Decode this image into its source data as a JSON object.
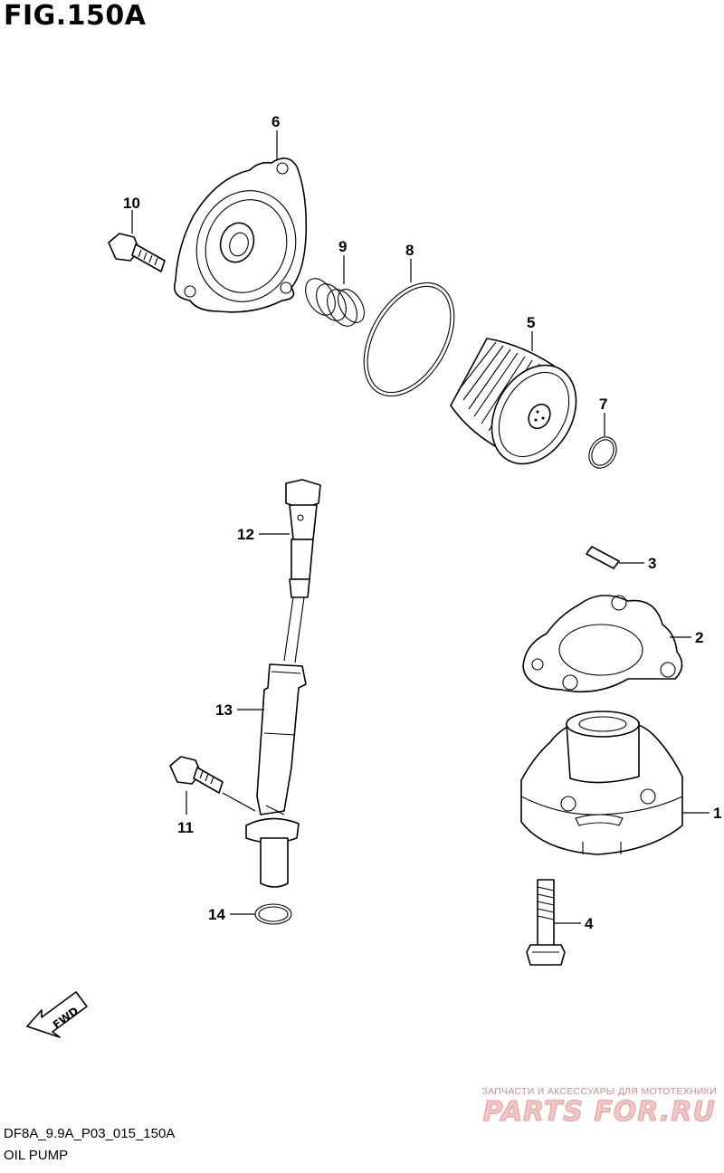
{
  "figure": {
    "title": "FIG.150A",
    "code": "DF8A_9.9A_P03_015_150A",
    "name": "OIL PUMP"
  },
  "callouts": [
    "1",
    "2",
    "3",
    "4",
    "5",
    "6",
    "7",
    "8",
    "9",
    "10",
    "11",
    "12",
    "13",
    "14"
  ],
  "fwd_label": "FWD",
  "watermark": {
    "tagline": "ЗАПЧАСТИ И АКСЕССУАРЫ ДЛЯ МОТОТЕХНИКИ",
    "brand": "PARTS FOR.RU"
  }
}
